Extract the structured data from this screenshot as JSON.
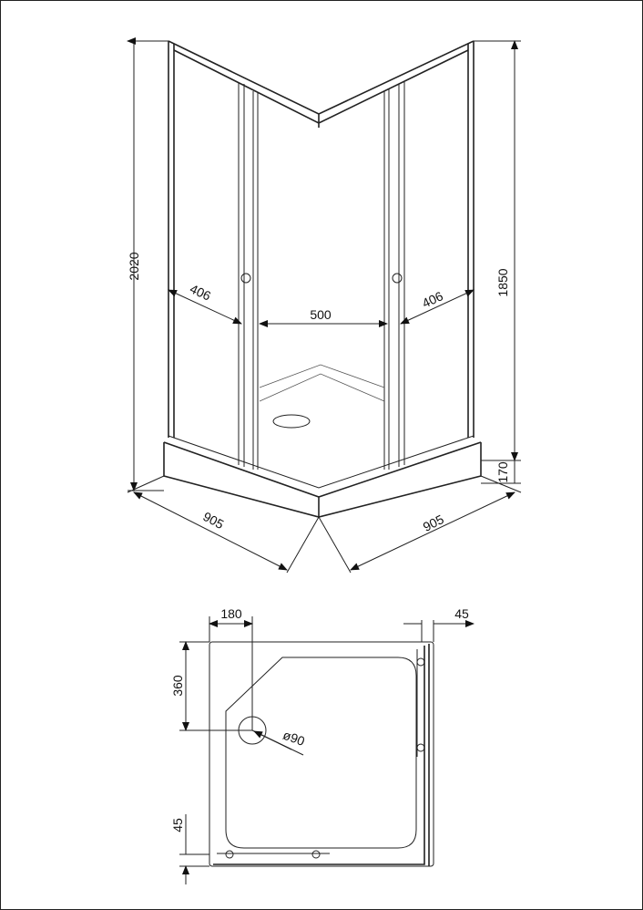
{
  "perspective_view": {
    "height_total": "2020",
    "height_enclosure": "1850",
    "height_tray": "170",
    "door_width_left": "406",
    "entry_width": "500",
    "door_width_right": "406",
    "side_left": "905",
    "side_right": "905"
  },
  "plan_view": {
    "drain_offset_x": "180",
    "drain_offset_y": "360",
    "drain_diameter": "ø90",
    "frame_depth_right": "45",
    "frame_depth_bottom": "45"
  }
}
